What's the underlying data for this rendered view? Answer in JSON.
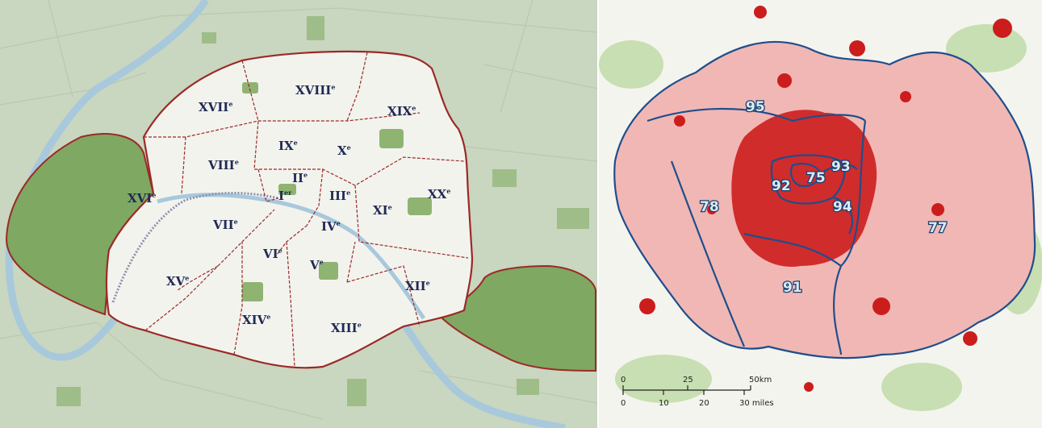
{
  "left_map": {
    "arrondissements": [
      {
        "id": "I",
        "label": "I",
        "suffix": "er"
      },
      {
        "id": "II",
        "label": "II",
        "suffix": "e"
      },
      {
        "id": "III",
        "label": "III",
        "suffix": "e"
      },
      {
        "id": "IV",
        "label": "IV",
        "suffix": "e"
      },
      {
        "id": "V",
        "label": "V",
        "suffix": "e"
      },
      {
        "id": "VI",
        "label": "VI",
        "suffix": "e"
      },
      {
        "id": "VII",
        "label": "VII",
        "suffix": "e"
      },
      {
        "id": "VIII",
        "label": "VIII",
        "suffix": "e"
      },
      {
        "id": "IX",
        "label": "IX",
        "suffix": "e"
      },
      {
        "id": "X",
        "label": "X",
        "suffix": "e"
      },
      {
        "id": "XI",
        "label": "XI",
        "suffix": "e"
      },
      {
        "id": "XII",
        "label": "XII",
        "suffix": "e"
      },
      {
        "id": "XIII",
        "label": "XIII",
        "suffix": "e"
      },
      {
        "id": "XIV",
        "label": "XIV",
        "suffix": "e"
      },
      {
        "id": "XV",
        "label": "XV",
        "suffix": "e"
      },
      {
        "id": "XVI",
        "label": "XVI",
        "suffix": "e"
      },
      {
        "id": "XVII",
        "label": "XVII",
        "suffix": "e"
      },
      {
        "id": "XVIII",
        "label": "XVIII",
        "suffix": "e"
      },
      {
        "id": "XIX",
        "label": "XIX",
        "suffix": "e"
      },
      {
        "id": "XX",
        "label": "XX",
        "suffix": "e"
      }
    ],
    "colors": {
      "background": "#c9d6c0",
      "city_fill": "#f3f3ee",
      "boundary": "#9b2a26",
      "park": "#7fa862",
      "river": "#a8c8dc"
    }
  },
  "right_map": {
    "departments": [
      {
        "code": "75"
      },
      {
        "code": "92"
      },
      {
        "code": "93"
      },
      {
        "code": "94"
      },
      {
        "code": "95"
      },
      {
        "code": "78"
      },
      {
        "code": "91"
      },
      {
        "code": "77"
      }
    ],
    "scale": {
      "km_ticks": [
        "0",
        "25",
        "50km"
      ],
      "mile_ticks": [
        "0",
        "10",
        "20",
        "30 miles"
      ]
    },
    "colors": {
      "background": "#f4f4ee",
      "region_fill": "#f1b7b4",
      "urban": "#cc1d1d",
      "boundary": "#1e4e8c",
      "forest": "#c7dfb2"
    }
  }
}
